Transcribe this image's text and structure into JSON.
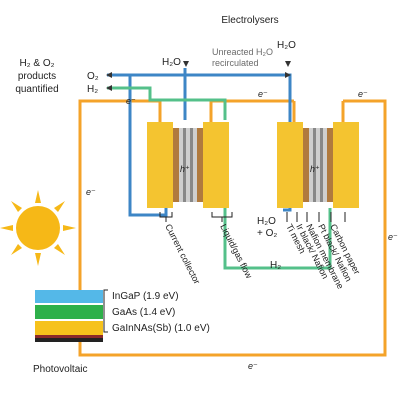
{
  "title": "Electrolysers",
  "left_products": {
    "line1": "H₂ & O₂",
    "line2": "products",
    "line3": "quantified"
  },
  "outputs": {
    "o2": "O₂",
    "h2": "H₂"
  },
  "h2o_top": "H₂O",
  "h2o_top_right": "H₂O",
  "unreacted": {
    "line1": "Unreacted H₂O",
    "line2": "recirculated"
  },
  "electron": "e⁻",
  "proton": "h⁺",
  "h2o_o2": {
    "line1": "H₂O",
    "line2": "+ O₂"
  },
  "h2_return": "H₂",
  "component_labels": [
    "Current collector",
    "Liquid/gas flow",
    "Ti mesh",
    "Ir black/ Nafion",
    "Nafion membrane",
    "Pt black/ Nafion",
    "Carbon paper"
  ],
  "pv_layers": [
    {
      "label": "InGaP (1.9 eV)",
      "color": "#54b8e8"
    },
    {
      "label": "GaAs (1.4 eV)",
      "color": "#2eb04a"
    },
    {
      "label": "GaInNAs(Sb) (1.0 eV)",
      "color": "#f6c21c"
    }
  ],
  "photovoltaic": "Photovoltaic",
  "colors": {
    "wire": "#f4a32a",
    "blue": "#3d86c6",
    "green": "#54c08a",
    "electrode": "#f4c430",
    "sun": "#f6b817"
  }
}
